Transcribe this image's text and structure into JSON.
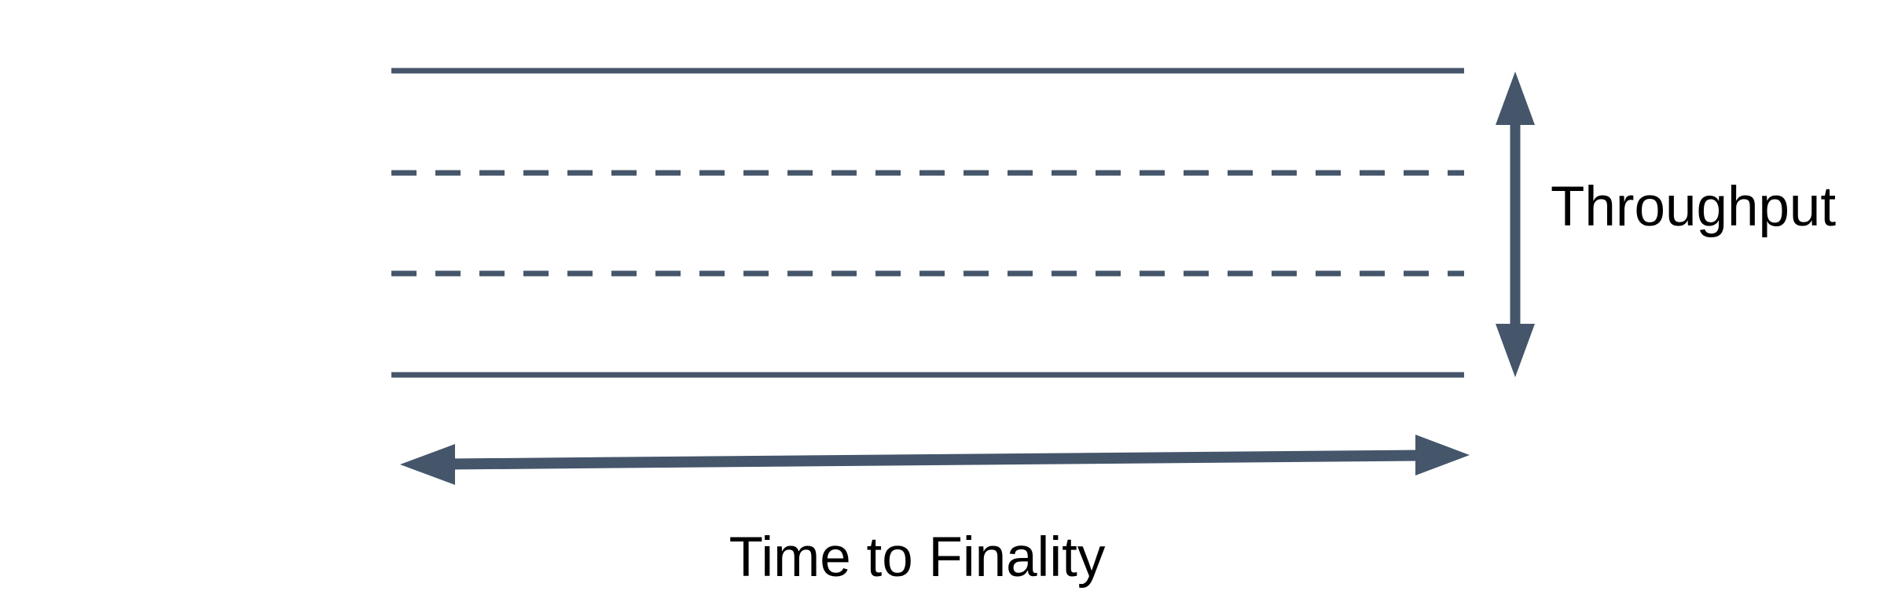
{
  "diagram": {
    "colors": {
      "shape": "#45566B",
      "label": "#000000",
      "background": "#FFFFFF"
    },
    "lanes": [
      {
        "style": "solid",
        "role": "top-boundary"
      },
      {
        "style": "dashed",
        "role": "inner-lane"
      },
      {
        "style": "dashed",
        "role": "inner-lane"
      },
      {
        "style": "solid",
        "role": "bottom-boundary"
      }
    ],
    "labels": {
      "vertical_axis": "Throughput",
      "horizontal_axis": "Time to Finality"
    }
  }
}
